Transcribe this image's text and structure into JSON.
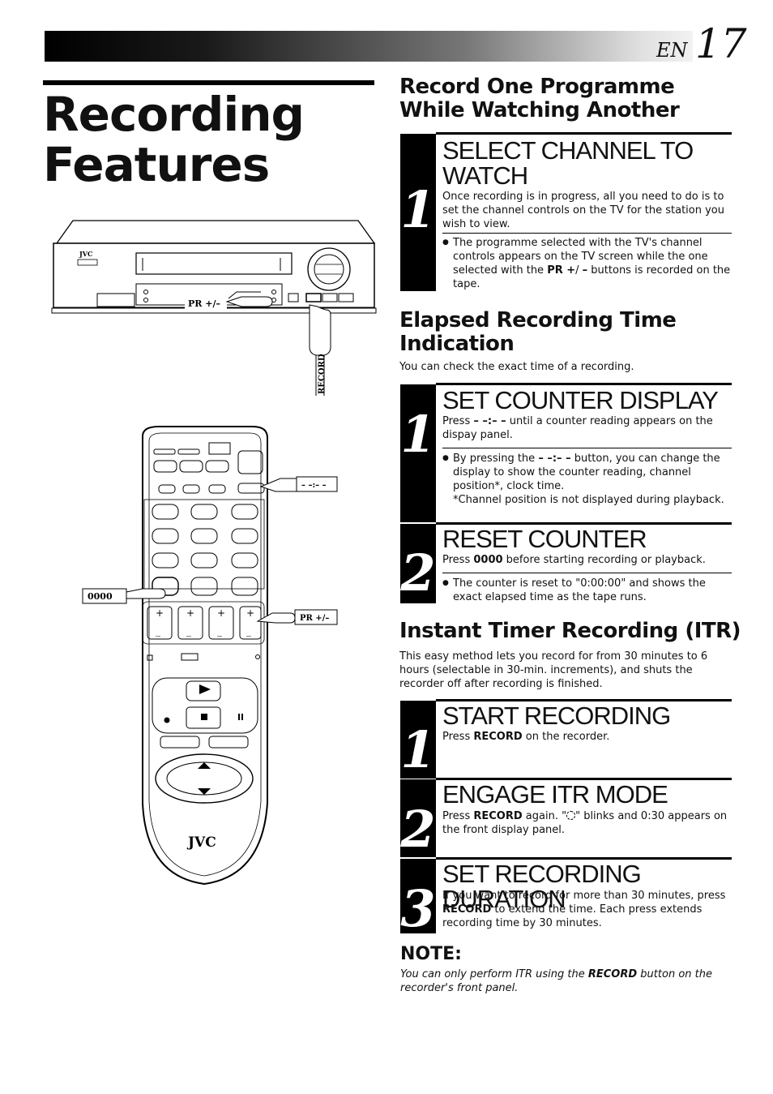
{
  "header": {
    "lang": "EN",
    "page_number": "17"
  },
  "title": {
    "line1": "Recording",
    "line2": "Features"
  },
  "illustration": {
    "vcr_brand": "JVC",
    "vcr_pr_label": "PR +/–",
    "vcr_record_label": "RECORD",
    "remote_brand": "JVC",
    "remote_counter_label": "– –:– –",
    "remote_0000_label": "0000",
    "remote_pr_label": "PR +/–"
  },
  "sections": {
    "watch": {
      "heading_line1": "Record One Programme",
      "heading_line2": "While Watching Another",
      "step1": {
        "num": "1",
        "head_line1": "SELECT CHANNEL TO",
        "head_line2": "WATCH",
        "body": "Once recording is in progress, all you need to do is to set the channel controls on the TV for the station you wish to view.",
        "bullet_a": "The programme selected with the TV's channel controls appears on the TV screen while the one selected with the ",
        "bullet_bold": "PR +",
        "bullet_b": "/ ",
        "bullet_bold2": "–",
        "bullet_c": " buttons is recorded on the tape."
      }
    },
    "elapsed": {
      "heading_line1": "Elapsed Recording Time",
      "heading_line2": "Indication",
      "intro": "You can check the exact time of a recording.",
      "step1": {
        "num": "1",
        "head": "SET COUNTER DISPLAY",
        "body_a": "Press ",
        "body_bold": "– –:– –",
        "body_b": " until a counter reading appears on the dispay panel.",
        "bullet_a": "By pressing the ",
        "bullet_bold": "– –:– –",
        "bullet_b": " button, you can change the display to show the counter reading, channel position*, clock time.",
        "footnote": "*Channel position is not displayed during playback."
      },
      "step2": {
        "num": "2",
        "head": "RESET COUNTER",
        "body_a": "Press ",
        "body_bold": "0000",
        "body_b": " before starting recording or playback.",
        "bullet": "The counter is reset to \"0:00:00\" and shows the exact elapsed time as the tape runs."
      }
    },
    "itr": {
      "heading": "Instant Timer Recording (ITR)",
      "intro": "This easy method lets you record for from 30 minutes to 6 hours (selectable in 30-min. increments), and shuts the recorder off after recording is finished.",
      "step1": {
        "num": "1",
        "head": "START RECORDING",
        "body_a": "Press ",
        "body_bold": "RECORD",
        "body_b": " on the recorder."
      },
      "step2": {
        "num": "2",
        "head": "ENGAGE ITR MODE",
        "body_a": "Press ",
        "body_bold": "RECORD",
        "body_b": " again. \"",
        "body_c": "\" blinks and 0:30 appears on the front display panel."
      },
      "step3": {
        "num": "3",
        "head": "SET RECORDING DURATION",
        "body_a": "If you want to record for more than 30 minutes, press ",
        "body_bold": "RECORD",
        "body_b": " to extend the time. Each press extends recording time by 30 minutes."
      }
    },
    "note": {
      "heading": "NOTE:",
      "body_a": "You can only perform ITR using the ",
      "body_bold": "RECORD",
      "body_b": " button on the recorder's front panel."
    }
  }
}
